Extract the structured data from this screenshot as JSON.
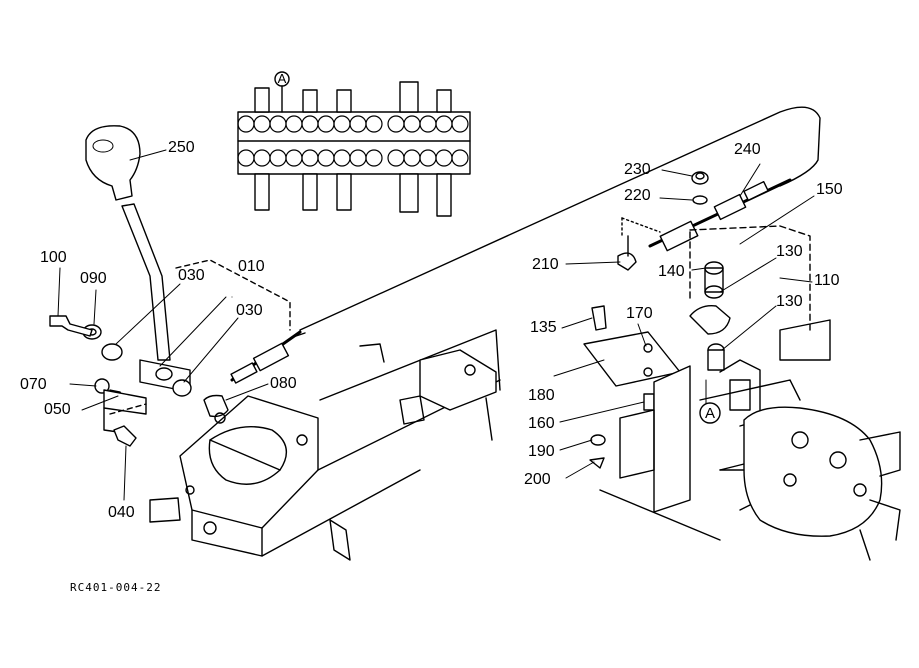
{
  "diagram": {
    "drawing_code": "RC401-004-22",
    "callout_marker": "A",
    "parts": [
      {
        "id": "p250",
        "label": "250"
      },
      {
        "id": "p100",
        "label": "100"
      },
      {
        "id": "p090",
        "label": "090"
      },
      {
        "id": "p030a",
        "label": "030"
      },
      {
        "id": "p010",
        "label": "010"
      },
      {
        "id": "p030b",
        "label": "030"
      },
      {
        "id": "p070",
        "label": "070"
      },
      {
        "id": "p050",
        "label": "050"
      },
      {
        "id": "p080",
        "label": "080"
      },
      {
        "id": "p040",
        "label": "040"
      },
      {
        "id": "p230",
        "label": "230"
      },
      {
        "id": "p240",
        "label": "240"
      },
      {
        "id": "p220",
        "label": "220"
      },
      {
        "id": "p150",
        "label": "150"
      },
      {
        "id": "p210",
        "label": "210"
      },
      {
        "id": "p140",
        "label": "140"
      },
      {
        "id": "p130a",
        "label": "130"
      },
      {
        "id": "p110",
        "label": "110"
      },
      {
        "id": "p135",
        "label": "135"
      },
      {
        "id": "p170",
        "label": "170"
      },
      {
        "id": "p130b",
        "label": "130"
      },
      {
        "id": "p180",
        "label": "180"
      },
      {
        "id": "p160",
        "label": "160"
      },
      {
        "id": "p190",
        "label": "190"
      },
      {
        "id": "p200",
        "label": "200"
      }
    ]
  }
}
